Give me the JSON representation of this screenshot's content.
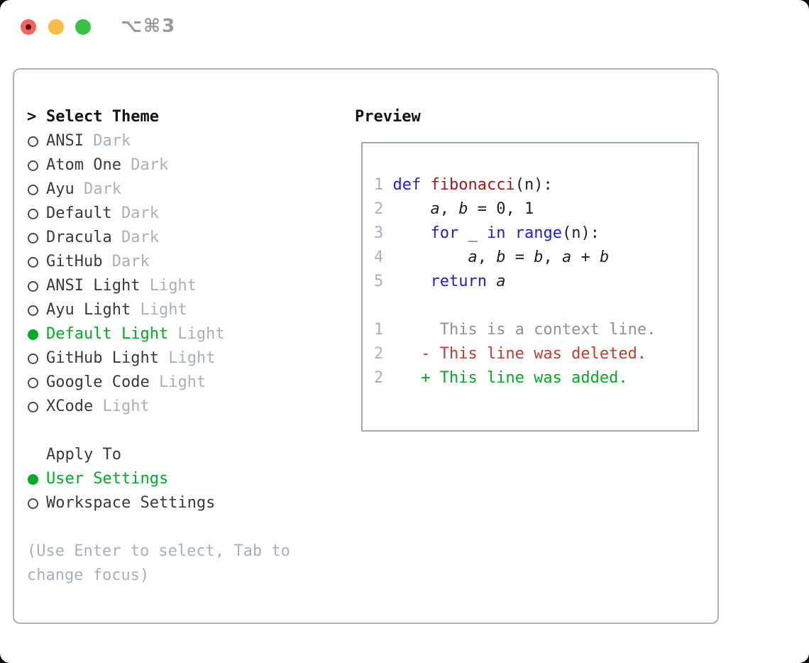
{
  "window": {
    "title": "⌥⌘3",
    "traffic_lights": [
      "close",
      "minimize",
      "zoom"
    ]
  },
  "theme_panel": {
    "header": "Select Theme",
    "prompt": ">",
    "items": [
      {
        "label": "ANSI",
        "tag": "Dark",
        "selected": false
      },
      {
        "label": "Atom One",
        "tag": "Dark",
        "selected": false
      },
      {
        "label": "Ayu",
        "tag": "Dark",
        "selected": false
      },
      {
        "label": "Default",
        "tag": "Dark",
        "selected": false
      },
      {
        "label": "Dracula",
        "tag": "Dark",
        "selected": false
      },
      {
        "label": "GitHub",
        "tag": "Dark",
        "selected": false
      },
      {
        "label": "ANSI Light",
        "tag": "Light",
        "selected": false
      },
      {
        "label": "Ayu Light",
        "tag": "Light",
        "selected": false
      },
      {
        "label": "Default Light",
        "tag": "Light",
        "selected": true
      },
      {
        "label": "GitHub Light",
        "tag": "Light",
        "selected": false
      },
      {
        "label": "Google Code",
        "tag": "Light",
        "selected": false
      },
      {
        "label": "XCode",
        "tag": "Light",
        "selected": false
      }
    ]
  },
  "apply_to": {
    "header": "Apply To",
    "options": [
      {
        "label": "User Settings",
        "selected": true
      },
      {
        "label": "Workspace Settings",
        "selected": false
      }
    ]
  },
  "help_text": "(Use Enter to select, Tab to change focus)",
  "preview": {
    "header": "Preview",
    "lines": [
      {
        "segments": [
          [
            "num",
            "1"
          ],
          [
            "plain",
            " "
          ],
          [
            "kw",
            "def"
          ],
          [
            "plain",
            " "
          ],
          [
            "fn",
            "fibonacci"
          ],
          [
            "plain",
            "(n):"
          ]
        ]
      },
      {
        "segments": [
          [
            "num",
            "2"
          ],
          [
            "plain",
            "     "
          ],
          [
            "var",
            "a"
          ],
          [
            "plain",
            ", "
          ],
          [
            "var",
            "b"
          ],
          [
            "plain",
            " = 0, 1"
          ]
        ]
      },
      {
        "segments": [
          [
            "num",
            "3"
          ],
          [
            "plain",
            "     "
          ],
          [
            "kw",
            "for"
          ],
          [
            "plain",
            " _ "
          ],
          [
            "kw",
            "in"
          ],
          [
            "plain",
            " "
          ],
          [
            "kw",
            "range"
          ],
          [
            "plain",
            "(n):"
          ]
        ]
      },
      {
        "segments": [
          [
            "num",
            "4"
          ],
          [
            "plain",
            "         "
          ],
          [
            "var",
            "a"
          ],
          [
            "plain",
            ", "
          ],
          [
            "var",
            "b"
          ],
          [
            "plain",
            " = "
          ],
          [
            "var",
            "b"
          ],
          [
            "plain",
            ", "
          ],
          [
            "var",
            "a"
          ],
          [
            "plain",
            " + "
          ],
          [
            "var",
            "b"
          ]
        ]
      },
      {
        "segments": [
          [
            "num",
            "5"
          ],
          [
            "plain",
            "     "
          ],
          [
            "kw",
            "return"
          ],
          [
            "plain",
            " "
          ],
          [
            "var",
            "a"
          ]
        ]
      },
      {
        "segments": []
      },
      {
        "segments": [
          [
            "num",
            "1"
          ],
          [
            "ctx",
            "      This is a context line."
          ]
        ]
      },
      {
        "segments": [
          [
            "num",
            "2"
          ],
          [
            "del",
            "    - This line was deleted."
          ]
        ]
      },
      {
        "segments": [
          [
            "num",
            "2"
          ],
          [
            "add",
            "    + This line was added."
          ]
        ]
      }
    ]
  },
  "colors": {
    "accent_green": "#00ac21",
    "keyword_blue": "#1d1dd3",
    "function_red": "#a61616",
    "deleted_red": "#c63b2a",
    "added_green": "#00ac21",
    "context_gray": "#8b9299",
    "line_number_gray": "#a6b1bd",
    "muted_gray": "#a7b1bb",
    "panel_border_gray": "#a9b2bd",
    "traffic_red": "#f2635a",
    "traffic_yellow": "#f7bd45",
    "traffic_green": "#36c340"
  }
}
